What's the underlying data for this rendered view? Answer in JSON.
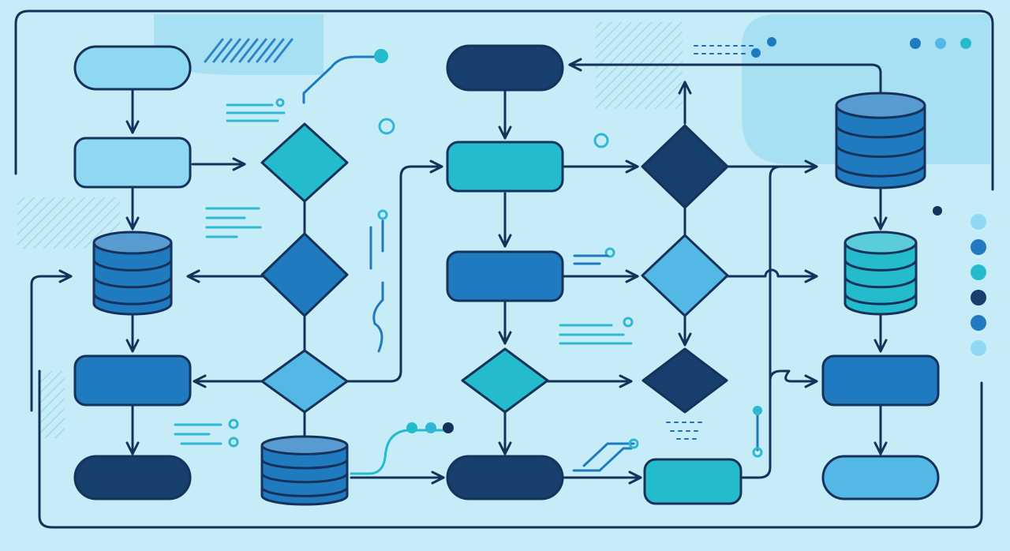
{
  "colors": {
    "background": "#c6ecf8",
    "stroke": "#17325a",
    "navy": "#163f6e",
    "blue": "#1f7ac0",
    "sky": "#54b8e6",
    "pale": "#8fd8f2",
    "teal": "#24bccd",
    "panel": "#a8e0f3"
  },
  "diagram": {
    "nodes": [
      {
        "id": "n1",
        "shape": "terminal",
        "fill": "pale"
      },
      {
        "id": "n2",
        "shape": "process",
        "fill": "pale"
      },
      {
        "id": "n3",
        "shape": "database",
        "fill": "blue"
      },
      {
        "id": "n4",
        "shape": "process",
        "fill": "blue"
      },
      {
        "id": "n5",
        "shape": "terminal",
        "fill": "navy"
      },
      {
        "id": "n6",
        "shape": "decision",
        "fill": "teal"
      },
      {
        "id": "n7",
        "shape": "decision",
        "fill": "blue"
      },
      {
        "id": "n8",
        "shape": "decision",
        "fill": "sky"
      },
      {
        "id": "n9",
        "shape": "database",
        "fill": "blue"
      },
      {
        "id": "n10",
        "shape": "terminal",
        "fill": "navy"
      },
      {
        "id": "n11",
        "shape": "process",
        "fill": "teal"
      },
      {
        "id": "n12",
        "shape": "process",
        "fill": "blue"
      },
      {
        "id": "n13",
        "shape": "decision",
        "fill": "teal"
      },
      {
        "id": "n14",
        "shape": "terminal",
        "fill": "navy"
      },
      {
        "id": "n15",
        "shape": "decision",
        "fill": "navy"
      },
      {
        "id": "n16",
        "shape": "decision",
        "fill": "sky"
      },
      {
        "id": "n17",
        "shape": "decision",
        "fill": "navy"
      },
      {
        "id": "n18",
        "shape": "process",
        "fill": "teal"
      },
      {
        "id": "n19",
        "shape": "database",
        "fill": "blue"
      },
      {
        "id": "n20",
        "shape": "database",
        "fill": "teal"
      },
      {
        "id": "n21",
        "shape": "process",
        "fill": "blue"
      },
      {
        "id": "n22",
        "shape": "terminal",
        "fill": "sky"
      }
    ],
    "connectors": [
      {
        "from": "n1",
        "to": "n2"
      },
      {
        "from": "n2",
        "to": "n3"
      },
      {
        "from": "n3",
        "to": "n4"
      },
      {
        "from": "n4",
        "to": "n5"
      },
      {
        "from": "n2",
        "to": "n6"
      },
      {
        "from": "n6",
        "to": "n7"
      },
      {
        "from": "n7",
        "to": "n3"
      },
      {
        "from": "n7",
        "to": "n8"
      },
      {
        "from": "n8",
        "to": "n4"
      },
      {
        "from": "n8",
        "to": "n9"
      },
      {
        "from": "n8",
        "to": "n11"
      },
      {
        "from": "n9",
        "to": "n14"
      },
      {
        "from": "n10",
        "to": "n11"
      },
      {
        "from": "n11",
        "to": "n12"
      },
      {
        "from": "n12",
        "to": "n13"
      },
      {
        "from": "n13",
        "to": "n14"
      },
      {
        "from": "n11",
        "to": "n15"
      },
      {
        "from": "n12",
        "to": "n16"
      },
      {
        "from": "n13",
        "to": "n17"
      },
      {
        "from": "n15",
        "to": "n16"
      },
      {
        "from": "n16",
        "to": "n17"
      },
      {
        "from": "n14",
        "to": "n18"
      },
      {
        "from": "n15",
        "to": "n19"
      },
      {
        "from": "n16",
        "to": "n20"
      },
      {
        "from": "n19",
        "to": "n20"
      },
      {
        "from": "n20",
        "to": "n21"
      },
      {
        "from": "n21",
        "to": "n22"
      },
      {
        "from": "n19",
        "to": "n10"
      },
      {
        "from": "n18",
        "to": "n21"
      }
    ],
    "side_dots": [
      "pale",
      "blue",
      "teal",
      "navy",
      "blue",
      "pale"
    ],
    "top_dots": [
      "blue",
      "sky",
      "teal"
    ]
  }
}
